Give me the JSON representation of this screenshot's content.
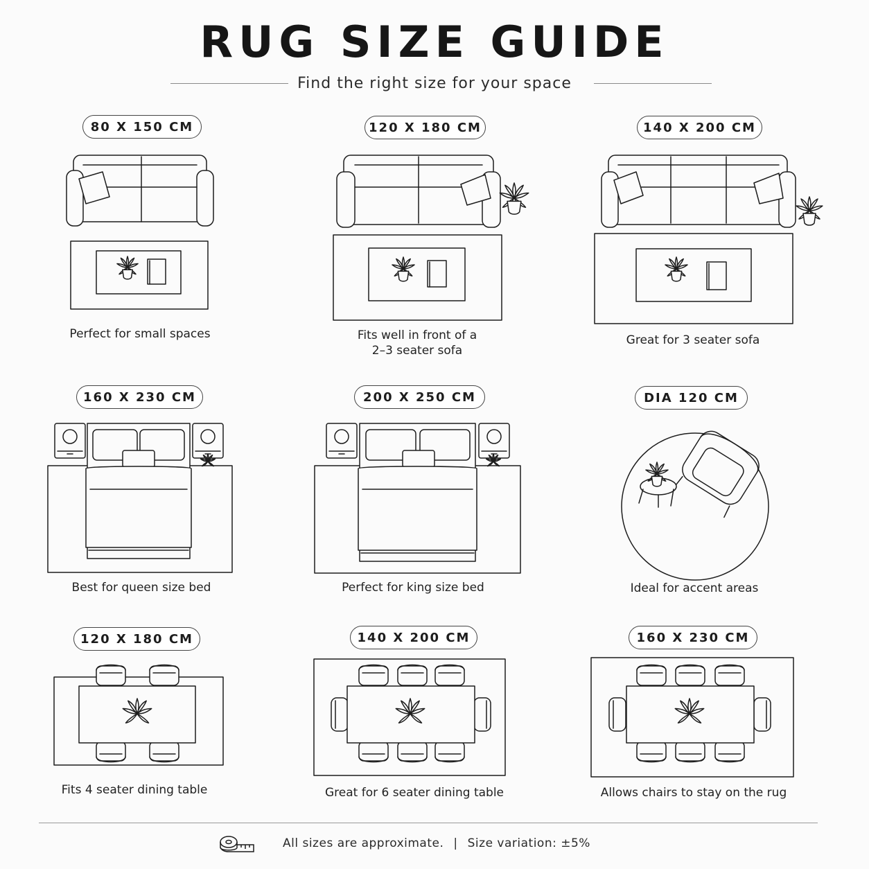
{
  "header": {
    "title": "RUG SIZE GUIDE",
    "subtitle": "Find the right size for your space"
  },
  "cards": [
    {
      "size": "80 X 150 CM",
      "caption": "Perfect for small spaces",
      "scene": "sofa-2"
    },
    {
      "size": "120 X 180 CM",
      "caption": "Fits well in front of a 2–3 seater sofa",
      "scene": "sofa-2-plant"
    },
    {
      "size": "140 X 200 CM",
      "caption": "Great for 3 seater sofa",
      "scene": "sofa-3-plant"
    },
    {
      "size": "160 X 230 CM",
      "caption": "Best for queen size bed",
      "scene": "bed-queen"
    },
    {
      "size": "200 X 250 CM",
      "caption": "Perfect for king size bed",
      "scene": "bed-king"
    },
    {
      "size": "DIA 120 CM",
      "caption": "Ideal for accent areas",
      "scene": "armchair-round"
    },
    {
      "size": "120 X 180 CM",
      "caption": "Fits 4 seater dining table",
      "scene": "dining-4"
    },
    {
      "size": "140 X 200 CM",
      "caption": "Great for 6 seater dining table",
      "scene": "dining-6"
    },
    {
      "size": "160 X 230 CM",
      "caption": "Allows chairs to stay on the rug",
      "scene": "dining-6-wide"
    }
  ],
  "footer": {
    "note": "All sizes are approximate.",
    "separator": "|",
    "variation": "Size variation: ±5%",
    "icon": "measuring-tape-icon"
  },
  "colors": {
    "ink": "#1d1d1d",
    "background": "#fbfbfb",
    "rule": "#8a8a8a"
  }
}
